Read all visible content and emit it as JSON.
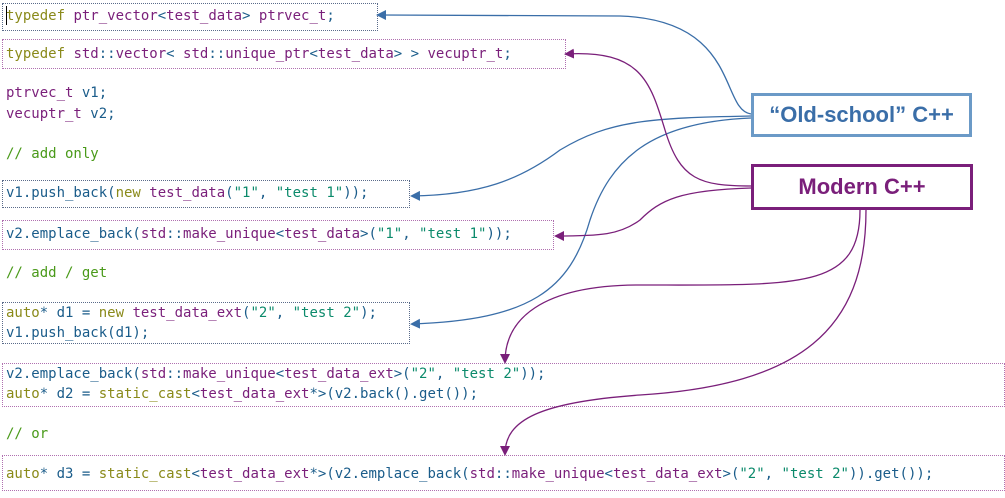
{
  "lines": [
    {
      "id": "l1",
      "segments": [
        {
          "c": "kw",
          "t": "typedef "
        },
        {
          "c": "ty",
          "t": "ptr_vector"
        },
        {
          "c": "",
          "t": "<"
        },
        {
          "c": "ty",
          "t": "test_data"
        },
        {
          "c": "",
          "t": "> "
        },
        {
          "c": "ty",
          "t": "ptrvec_t"
        },
        {
          "c": "",
          "t": ";"
        }
      ]
    },
    {
      "id": "l2",
      "segments": [
        {
          "c": "kw",
          "t": "typedef "
        },
        {
          "c": "ty",
          "t": "std"
        },
        {
          "c": "",
          "t": "::"
        },
        {
          "c": "ty",
          "t": "vector"
        },
        {
          "c": "",
          "t": "< "
        },
        {
          "c": "ty",
          "t": "std"
        },
        {
          "c": "",
          "t": "::"
        },
        {
          "c": "ty",
          "t": "unique_ptr"
        },
        {
          "c": "",
          "t": "<"
        },
        {
          "c": "ty",
          "t": "test_data"
        },
        {
          "c": "",
          "t": "> > "
        },
        {
          "c": "ty",
          "t": "vecuptr_t"
        },
        {
          "c": "",
          "t": ";"
        }
      ]
    },
    {
      "id": "l3",
      "segments": [
        {
          "c": "ty",
          "t": "ptrvec_t "
        },
        {
          "c": "",
          "t": "v1;"
        }
      ]
    },
    {
      "id": "l4",
      "segments": [
        {
          "c": "ty",
          "t": "vecuptr_t "
        },
        {
          "c": "",
          "t": "v2;"
        }
      ]
    },
    {
      "id": "l5",
      "segments": [
        {
          "c": "cm",
          "t": "// add only"
        }
      ]
    },
    {
      "id": "l6",
      "segments": [
        {
          "c": "",
          "t": "v1.push_back("
        },
        {
          "c": "kw",
          "t": "new "
        },
        {
          "c": "ty",
          "t": "test_data"
        },
        {
          "c": "",
          "t": "("
        },
        {
          "c": "st",
          "t": "\"1\""
        },
        {
          "c": "",
          "t": ", "
        },
        {
          "c": "st",
          "t": "\"test 1\""
        },
        {
          "c": "",
          "t": "));"
        }
      ]
    },
    {
      "id": "l7",
      "segments": [
        {
          "c": "",
          "t": "v2.emplace_back("
        },
        {
          "c": "ty",
          "t": "std"
        },
        {
          "c": "",
          "t": "::"
        },
        {
          "c": "ty",
          "t": "make_unique"
        },
        {
          "c": "",
          "t": "<"
        },
        {
          "c": "ty",
          "t": "test_data"
        },
        {
          "c": "",
          "t": ">("
        },
        {
          "c": "st",
          "t": "\"1\""
        },
        {
          "c": "",
          "t": ", "
        },
        {
          "c": "st",
          "t": "\"test 1\""
        },
        {
          "c": "",
          "t": "));"
        }
      ]
    },
    {
      "id": "l8",
      "segments": [
        {
          "c": "cm",
          "t": "// add / get"
        }
      ]
    },
    {
      "id": "l9",
      "segments": [
        {
          "c": "kw",
          "t": "auto"
        },
        {
          "c": "",
          "t": "* d1 = "
        },
        {
          "c": "kw",
          "t": "new "
        },
        {
          "c": "ty",
          "t": "test_data_ext"
        },
        {
          "c": "",
          "t": "("
        },
        {
          "c": "st",
          "t": "\"2\""
        },
        {
          "c": "",
          "t": ", "
        },
        {
          "c": "st",
          "t": "\"test 2\""
        },
        {
          "c": "",
          "t": ");"
        }
      ]
    },
    {
      "id": "l10",
      "segments": [
        {
          "c": "",
          "t": "v1.push_back(d1);"
        }
      ]
    },
    {
      "id": "l11",
      "segments": [
        {
          "c": "",
          "t": "v2.emplace_back("
        },
        {
          "c": "ty",
          "t": "std"
        },
        {
          "c": "",
          "t": "::"
        },
        {
          "c": "ty",
          "t": "make_unique"
        },
        {
          "c": "",
          "t": "<"
        },
        {
          "c": "ty",
          "t": "test_data_ext"
        },
        {
          "c": "",
          "t": ">("
        },
        {
          "c": "st",
          "t": "\"2\""
        },
        {
          "c": "",
          "t": ", "
        },
        {
          "c": "st",
          "t": "\"test 2\""
        },
        {
          "c": "",
          "t": "));"
        }
      ]
    },
    {
      "id": "l12",
      "segments": [
        {
          "c": "kw",
          "t": "auto"
        },
        {
          "c": "",
          "t": "* d2 = "
        },
        {
          "c": "kw",
          "t": "static_cast"
        },
        {
          "c": "",
          "t": "<"
        },
        {
          "c": "ty",
          "t": "test_data_ext"
        },
        {
          "c": "",
          "t": "*>(v2.back().get());"
        }
      ]
    },
    {
      "id": "l13",
      "segments": [
        {
          "c": "cm",
          "t": "// or"
        }
      ]
    },
    {
      "id": "l14",
      "segments": [
        {
          "c": "kw",
          "t": "auto"
        },
        {
          "c": "",
          "t": "* d3 = "
        },
        {
          "c": "kw",
          "t": "static_cast"
        },
        {
          "c": "",
          "t": "<"
        },
        {
          "c": "ty",
          "t": "test_data_ext"
        },
        {
          "c": "",
          "t": "*>(v2.emplace_back("
        },
        {
          "c": "ty",
          "t": "std"
        },
        {
          "c": "",
          "t": "::"
        },
        {
          "c": "ty",
          "t": "make_unique"
        },
        {
          "c": "",
          "t": "<"
        },
        {
          "c": "ty",
          "t": "test_data_ext"
        },
        {
          "c": "",
          "t": ">("
        },
        {
          "c": "st",
          "t": "\"2\""
        },
        {
          "c": "",
          "t": ", "
        },
        {
          "c": "st",
          "t": "\"test 2\""
        },
        {
          "c": "",
          "t": ")).get());"
        }
      ]
    }
  ],
  "labels": {
    "old_school": "“Old-school” C++",
    "modern": "Modern C++"
  },
  "colors": {
    "old_school": "#3a6ea8",
    "modern": "#7a1f7a"
  }
}
